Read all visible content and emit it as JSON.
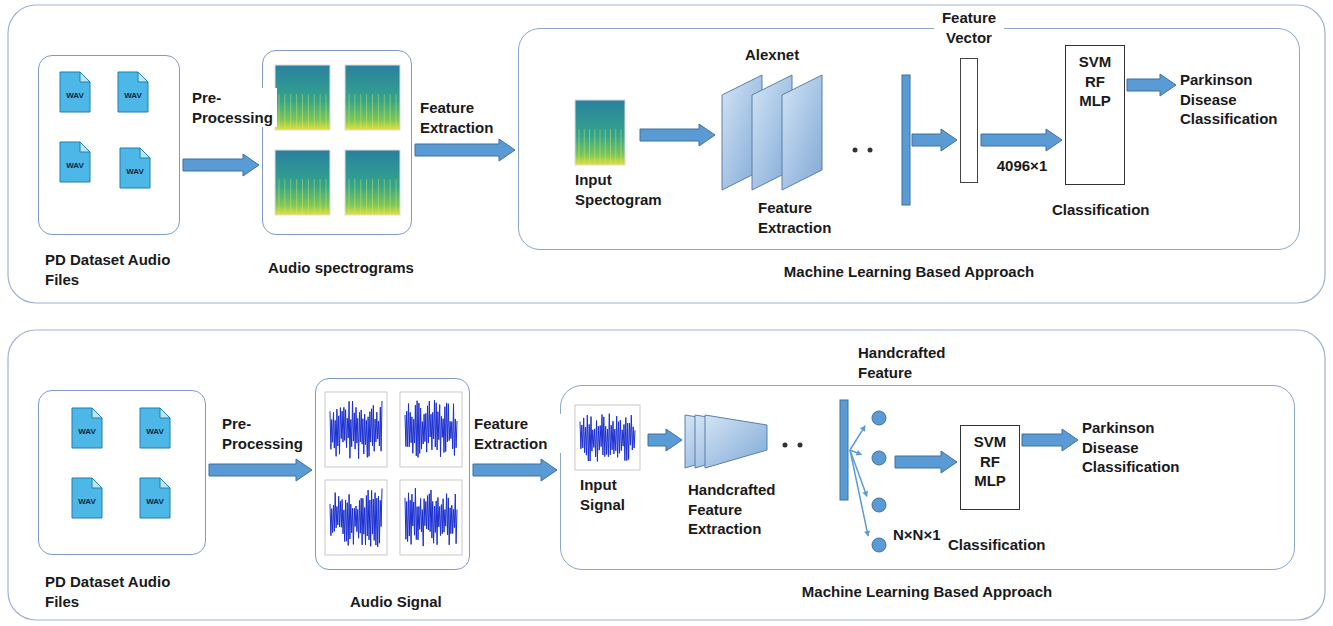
{
  "diagram": {
    "nodes": [
      {
        "text": [
          "PD Dataset Audio Files"
        ]
      },
      {
        "text": [
          "Audio spectrograms"
        ]
      },
      {
        "text": [
          "Machine Learning Based Approach"
        ]
      },
      {
        "text": [
          "Feature Vector"
        ],
        "in": 2
      },
      {
        "text": [
          "SVM RF MLP"
        ],
        "in": 2
      },
      {
        "text": [
          "PD Dataset Audio Files"
        ]
      },
      {
        "text": [
          "Audio Signal"
        ]
      },
      {
        "text": [
          "Machine Learning Based Approach"
        ]
      },
      {
        "text": [
          "SVM RF MLP"
        ],
        "in": 7
      }
    ],
    "edges": [
      {
        "from": 0,
        "to": 1,
        "arrow": "to",
        "label": "Pre- Processing"
      },
      {
        "from": 1,
        "to": 2,
        "arrow": "to",
        "label": "Feature Extraction"
      },
      {
        "from": 3,
        "to": 4,
        "arrow": "to",
        "label": "4096×1"
      },
      {
        "from": 5,
        "to": 6,
        "arrow": "to",
        "label": "Pre- Processing"
      },
      {
        "from": 6,
        "to": 7,
        "arrow": "to",
        "label": "Feature Extraction"
      }
    ],
    "labels": [
      "WAV",
      "WAV",
      "WAV",
      "WAV",
      "Input Spectogram",
      "Alexnet",
      "Feature Extraction",
      "Classification",
      "Parkinson Disease Classification",
      "WAV",
      "WAV",
      "WAV",
      "WAV",
      "Input Signal",
      "Handcrafted Feature Extraction",
      "Handcrafted Feature",
      "N×N×1",
      "Classification",
      "Parkinson Disease Classification"
    ]
  }
}
